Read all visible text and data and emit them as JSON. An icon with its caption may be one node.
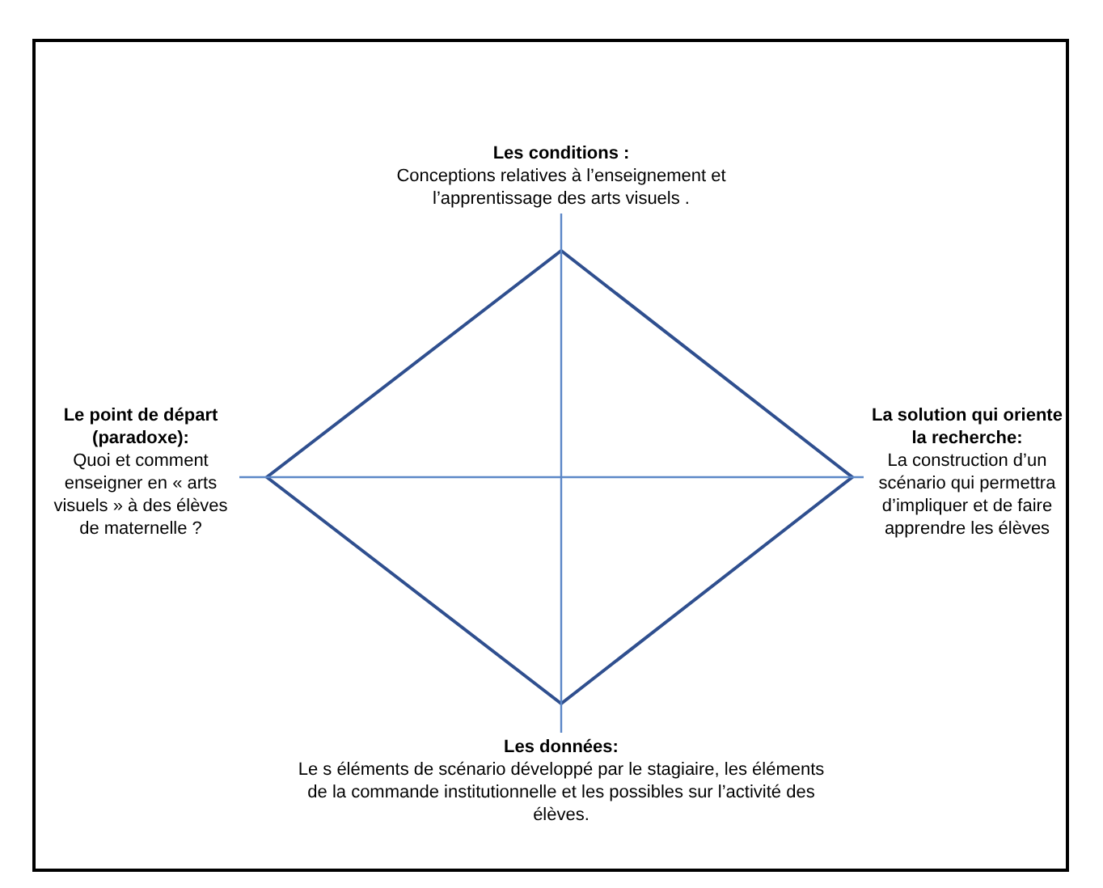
{
  "diagram": {
    "nodes": [
      {
        "text": [
          "Les conditions :",
          "Conceptions relatives à l’enseignement et l’apprentissage des arts visuels ."
        ]
      },
      {
        "text": [
          "Le point de départ (paradoxe):",
          "Quoi et comment enseigner en « arts visuels » à des élèves de maternelle ?"
        ]
      },
      {
        "text": [
          "La solution qui oriente la recherche:",
          "La construction d’un scénario qui permettra d’impliquer et de faire apprendre les élèves"
        ]
      },
      {
        "text": [
          "Les données:",
          "Le s éléments de scénario développé par le stagiaire, les éléments de la commande institutionnelle et les possibles sur l’activité des élèves."
        ]
      }
    ],
    "edges": [
      {
        "from": 0,
        "to": 3,
        "arrow": "none"
      },
      {
        "from": 1,
        "to": 2,
        "arrow": "none"
      }
    ]
  }
}
